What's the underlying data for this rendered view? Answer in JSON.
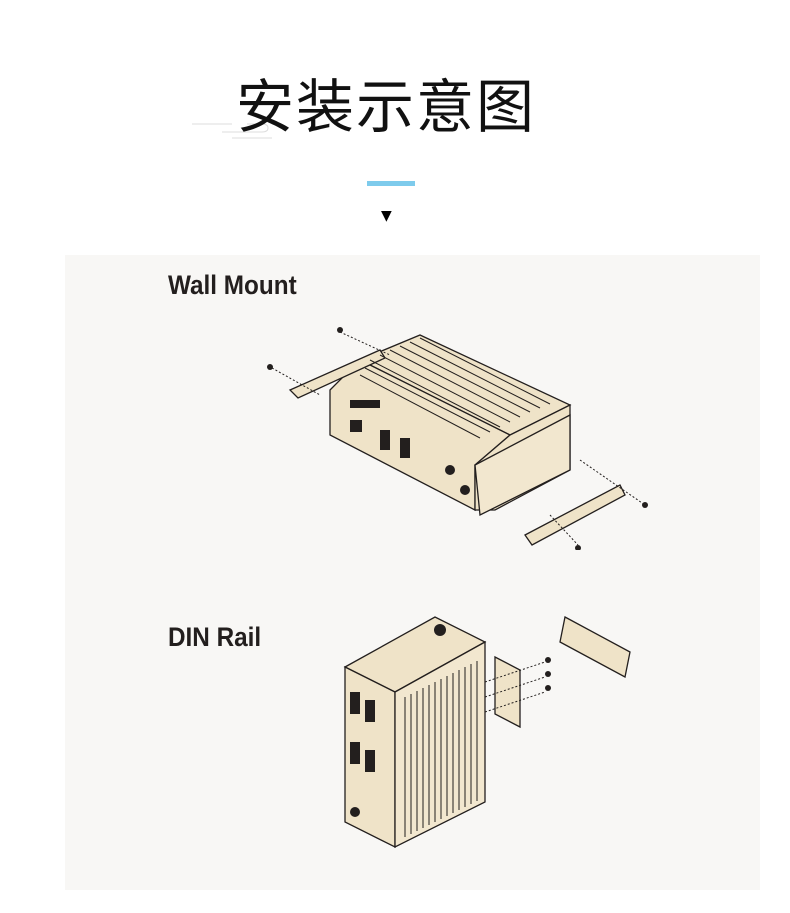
{
  "header": {
    "title": "安装示意图",
    "accent_color": "#7ecbec"
  },
  "sections": [
    {
      "label": "Wall Mount"
    },
    {
      "label": "DIN Rail"
    }
  ],
  "colors": {
    "device": "#efe3c8",
    "outline": "#231f1e"
  }
}
